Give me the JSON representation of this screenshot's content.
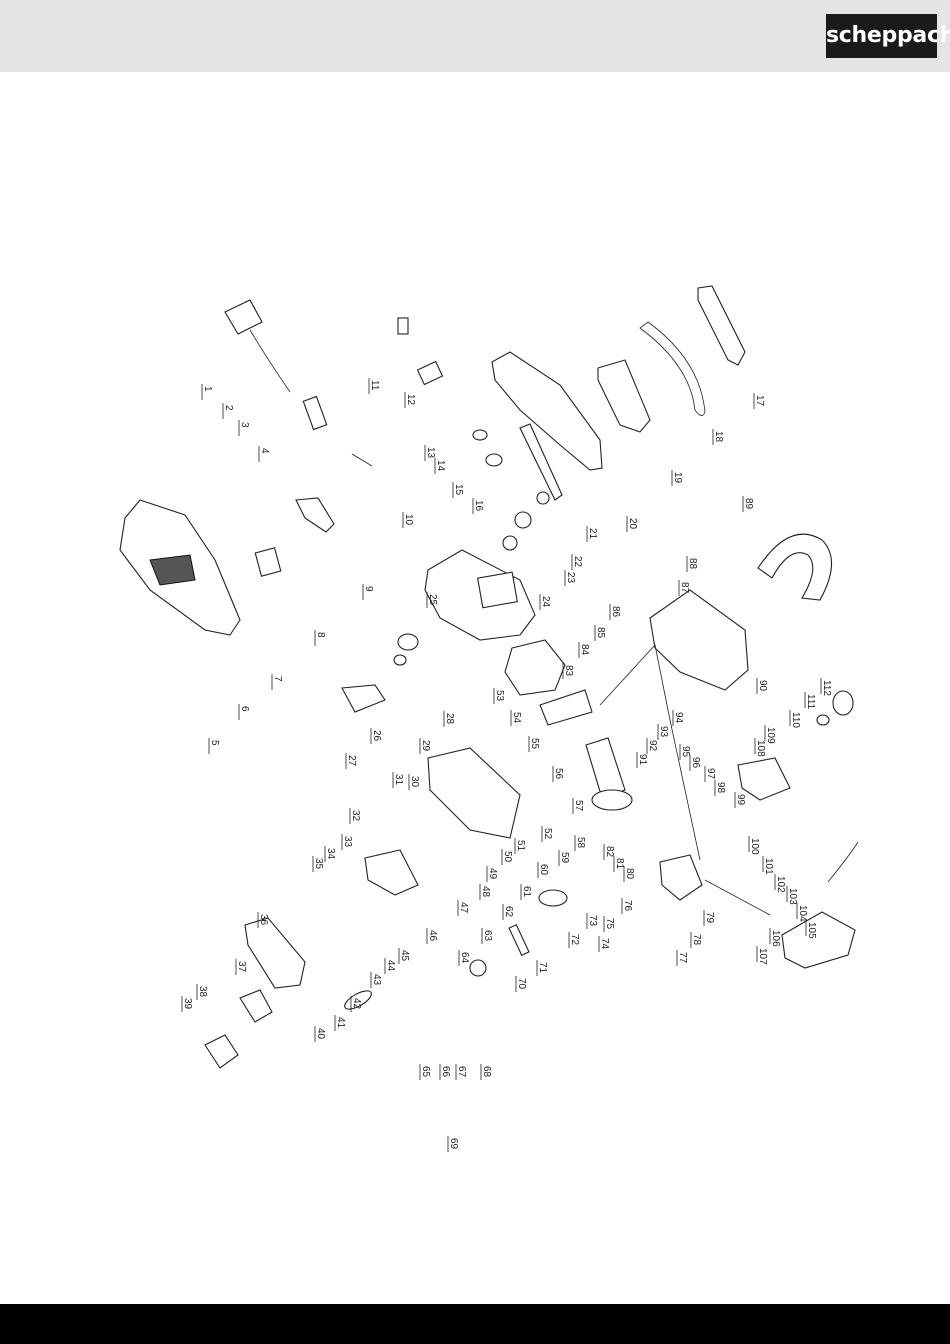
{
  "brand": {
    "logo_text": "scheppach",
    "colors": {
      "header": "#e4e4e4",
      "logo_bg": "#1a1a1a",
      "footer": "#000000"
    }
  },
  "diagram": {
    "type": "exploded-parts-view",
    "part_numbers": [
      "1",
      "2",
      "3",
      "4",
      "5",
      "6",
      "7",
      "8",
      "9",
      "10",
      "11",
      "12",
      "13",
      "14",
      "15",
      "16",
      "17",
      "18",
      "19",
      "20",
      "21",
      "22",
      "23",
      "24",
      "25",
      "26",
      "27",
      "28",
      "29",
      "30",
      "31",
      "32",
      "33",
      "34",
      "35",
      "36",
      "37",
      "38",
      "39",
      "40",
      "41",
      "42",
      "43",
      "44",
      "45",
      "46",
      "47",
      "48",
      "49",
      "50",
      "51",
      "52",
      "53",
      "54",
      "55",
      "56",
      "57",
      "58",
      "59",
      "60",
      "61",
      "62",
      "63",
      "64",
      "65",
      "66",
      "67",
      "68",
      "69",
      "70",
      "71",
      "72",
      "73",
      "74",
      "75",
      "76",
      "77",
      "78",
      "79",
      "80",
      "81",
      "82",
      "83",
      "84",
      "85",
      "86",
      "87",
      "88",
      "89",
      "90",
      "91",
      "92",
      "93",
      "94",
      "95",
      "96",
      "97",
      "98",
      "99",
      "100",
      "101",
      "102",
      "103",
      "104",
      "105",
      "106",
      "107",
      "108",
      "109",
      "110",
      "111",
      "112"
    ]
  }
}
